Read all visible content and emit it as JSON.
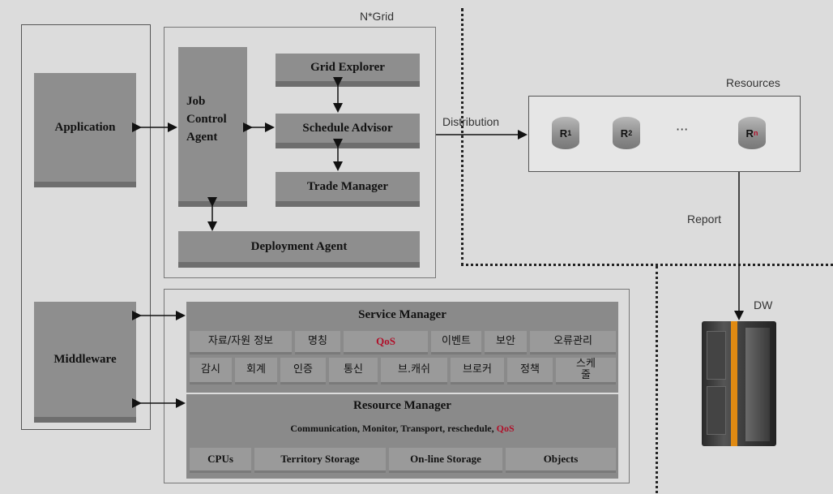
{
  "grid_title": "N*Grid",
  "left": {
    "application": "Application",
    "middleware": "Middleware"
  },
  "grid": {
    "job_control_agent": "Job Control Agent",
    "grid_explorer": "Grid Explorer",
    "schedule_advisor": "Schedule Advisor",
    "trade_manager": "Trade Manager",
    "deployment_agent": "Deployment Agent"
  },
  "flows": {
    "distribution": "Distribution",
    "report": "Report"
  },
  "resources": {
    "title": "Resources",
    "items": [
      {
        "base": "R",
        "sub": "1"
      },
      {
        "base": "R",
        "sub": "2"
      },
      {
        "base": "R",
        "sub": "n"
      }
    ],
    "ellipsis": "···"
  },
  "dw_label": "DW",
  "service_manager": {
    "title": "Service Manager",
    "row1": [
      "자료/자원 정보",
      "명칭",
      "QoS",
      "이벤트",
      "보안",
      "오류관리"
    ],
    "row2": [
      "감시",
      "회계",
      "인증",
      "통신",
      "브.캐쉬",
      "브로커",
      "정책",
      "스케줄"
    ]
  },
  "resource_manager": {
    "title": "Resource Manager",
    "services_prefix": "Communication, Monitor, Transport, reschedule, ",
    "services_qos": "QoS",
    "row": [
      "CPUs",
      "Territory Storage",
      "On-line Storage",
      "Objects"
    ]
  }
}
